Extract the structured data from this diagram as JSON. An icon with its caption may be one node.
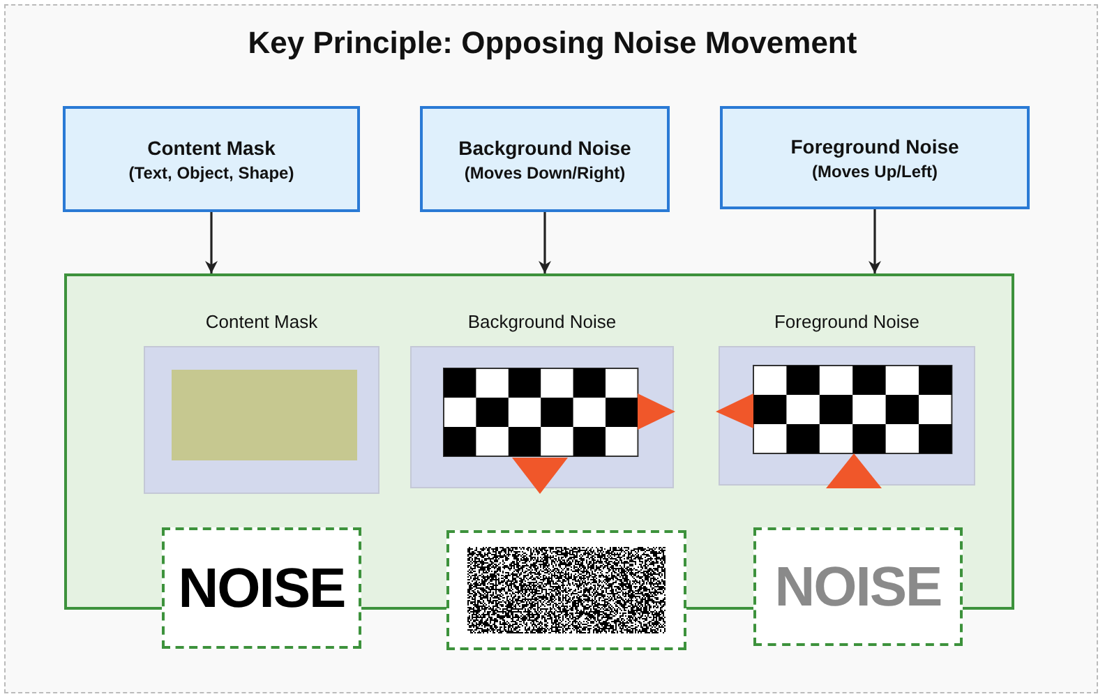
{
  "diagram": {
    "title": "Key Principle: Opposing Noise Movement",
    "nodes": [
      {
        "text": [
          "Content Mask",
          "(Text, Object, Shape)"
        ]
      },
      {
        "text": [
          "Background Noise",
          "(Moves Down/Right)"
        ]
      },
      {
        "text": [
          "Foreground Noise",
          "(Moves Up/Left)"
        ]
      },
      {
        "text": [],
        "shape": "box"
      },
      {
        "text": [
          "Content Mask"
        ],
        "in": 3
      },
      {
        "text": [
          "Background Noise"
        ],
        "in": 3
      },
      {
        "text": [
          "Foreground Noise"
        ],
        "in": 3
      },
      {
        "text": [
          "NOISE"
        ]
      },
      {
        "text": [],
        "shape": "picture"
      },
      {
        "text": [
          "NOISE"
        ]
      }
    ],
    "edges": [
      {
        "from": 0,
        "to": 3,
        "arrow": "to"
      },
      {
        "from": 1,
        "to": 3,
        "arrow": "to"
      },
      {
        "from": 2,
        "to": 3,
        "arrow": "to"
      }
    ]
  }
}
